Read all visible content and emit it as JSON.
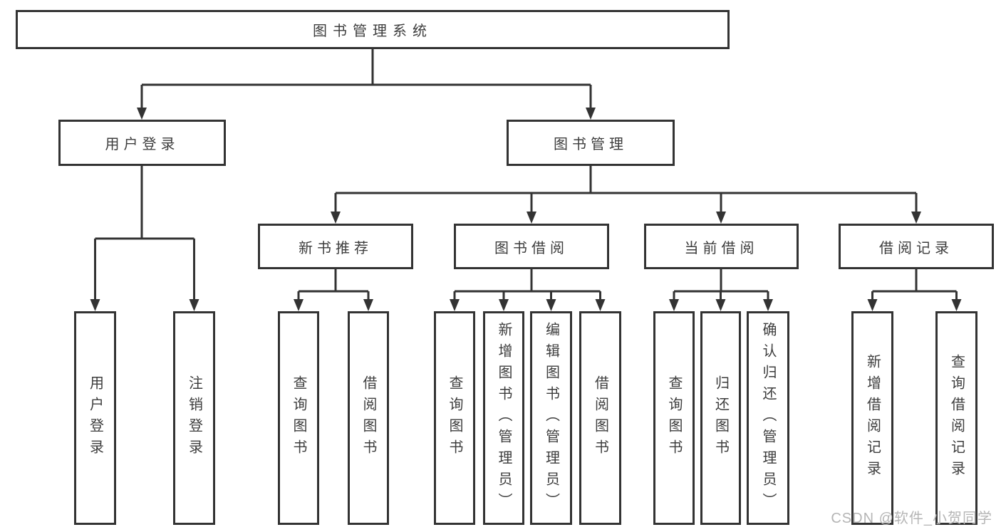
{
  "diagram": {
    "root": {
      "label": "图书管理系统"
    },
    "level2": [
      {
        "label": "用户登录",
        "children": [
          "用户登录",
          "注销登录"
        ]
      },
      {
        "label": "图书管理",
        "sections": [
          {
            "label": "新书推荐",
            "children": [
              "查询图书",
              "借阅图书"
            ]
          },
          {
            "label": "图书借阅",
            "children": [
              "查询图书",
              "新增图书（管理员）",
              "编辑图书（管理员）",
              "借阅图书"
            ]
          },
          {
            "label": "当前借阅",
            "children": [
              "查询图书",
              "归还图书",
              "确认归还（管理员）"
            ]
          },
          {
            "label": "借阅记录",
            "children": [
              "新增借阅记录",
              "查询借阅记录"
            ]
          }
        ]
      }
    ]
  },
  "watermark": {
    "text": "CSDN @软件_小贺同学"
  },
  "colors": {
    "line": "#333333",
    "text": "#3d3d3d",
    "watermark": "#b5b5b5",
    "background": "#ffffff"
  }
}
